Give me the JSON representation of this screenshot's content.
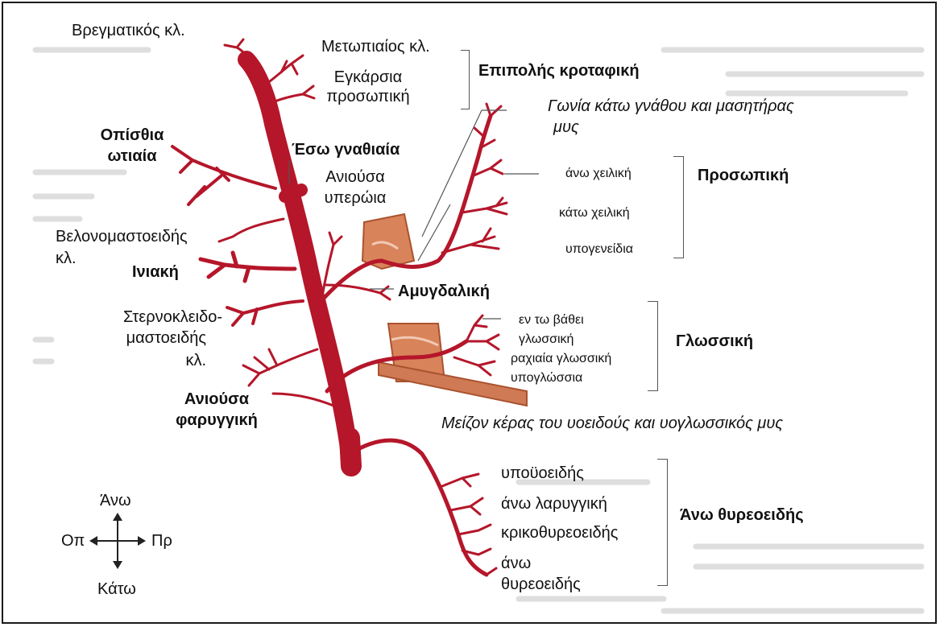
{
  "labels": {
    "vregmatikos": "Βρεγματικός κλ.",
    "metopiaios": "Μετωπιαίος κλ.",
    "enkarsia_1": "Εγκάρσια",
    "enkarsia_2": "προσωπική",
    "epipolis": "Επιπολής κροταφική",
    "gonia_1": "Γωνία κάτω γνάθου και μασητήρας",
    "gonia_2": "μυς",
    "opisthia_1": "Οπίσθια",
    "opisthia_2": "ωτιαία",
    "eso_gnathiaia": "Έσω γναθιαία",
    "aniousa_yperoia_1": "Ανιούσα",
    "aniousa_yperoia_2": "υπερώια",
    "ano_cheiliki": "άνω χειλική",
    "prosopiki": "Προσωπική",
    "kato_cheiliki": "κάτω χειλική",
    "ypogeneidia": "υπογενείδια",
    "velonomastoeidis_1": "Βελονομαστοειδής",
    "velonomastoeidis_2": "κλ.",
    "iniaki": "Ινιακή",
    "amygdaliki": "Αμυγδαλική",
    "sterno_1": "Στερνοκλειδο-",
    "sterno_2": "μαστοειδής",
    "sterno_3": "κλ.",
    "en_to_vathei_1": "εν τω βάθει",
    "en_to_vathei_2": "γλωσσική",
    "rachiaia": "ραχιαία γλωσσική",
    "ypoglossia": "υπογλώσσια",
    "glossiki": "Γλωσσική",
    "aniousa_faryngiki_1": "Ανιούσα",
    "aniousa_faryngiki_2": "φαρυγγική",
    "meizon": "Μείζον κέρας του υοειδούς και υογλωσσικός μυς",
    "ypoyoeidis": "υποϋοειδής",
    "ano_laryngiki": "άνω λαρυγγική",
    "krikothyreoeidis": "κρικοθυρεοειδής",
    "ano_thyreoeidis_branch_1": "άνω",
    "ano_thyreoeidis_branch_2": "θυρεοειδής",
    "ano_thyreoeidis": "Άνω θυρεοειδής"
  },
  "orientation": {
    "up": "Άνω",
    "down": "Κάτω",
    "back": "Οπ",
    "front": "Πρ"
  },
  "colors": {
    "artery": "#b5162a",
    "artery_dark": "#7e0c1b",
    "tissue": "#d9835a",
    "tissue_dark": "#a9532f",
    "bracket": "#555555",
    "ghost_text": "#d7d7d7"
  },
  "icons": {
    "compass": "four-way-arrow-icon"
  }
}
